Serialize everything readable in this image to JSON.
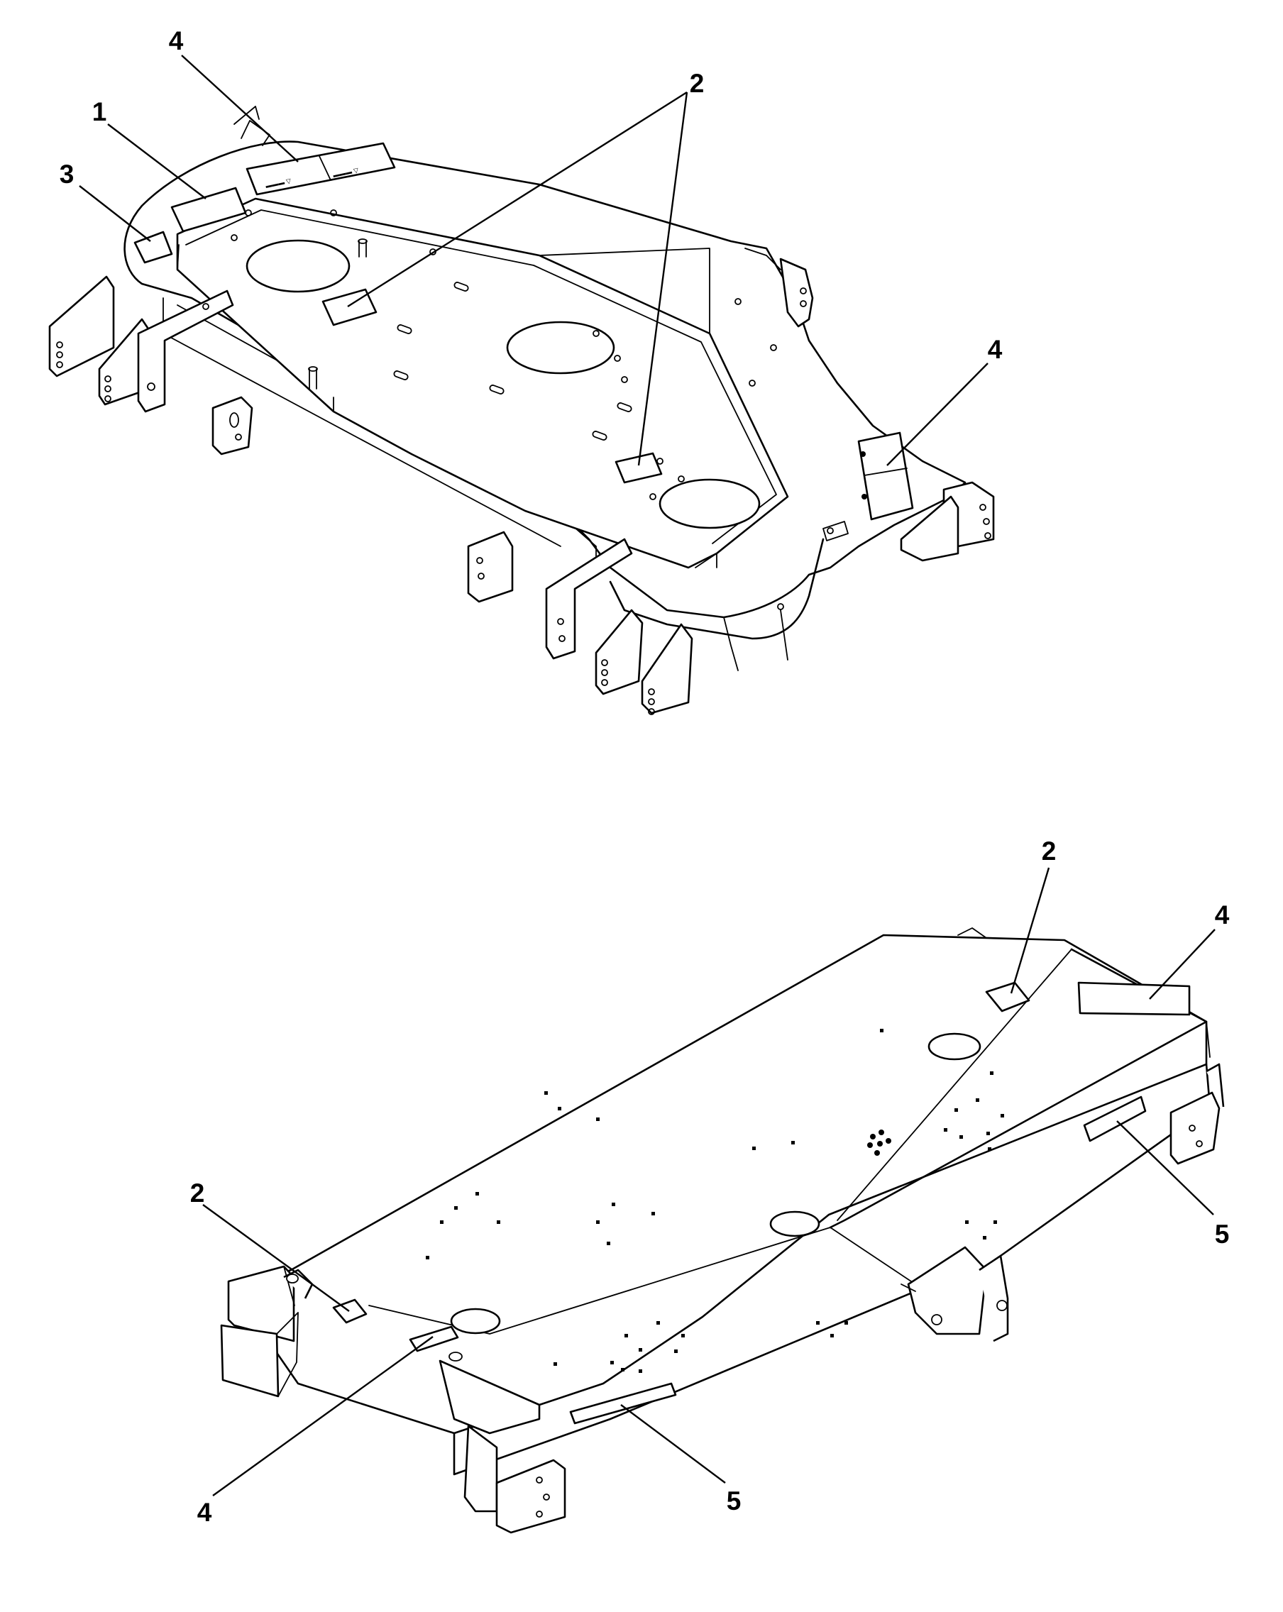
{
  "callouts": {
    "top": [
      {
        "id": "top-1",
        "label": "1"
      },
      {
        "id": "top-2",
        "label": "2"
      },
      {
        "id": "top-3",
        "label": "3"
      },
      {
        "id": "top-4a",
        "label": "4"
      },
      {
        "id": "top-4b",
        "label": "4"
      }
    ],
    "bottom": [
      {
        "id": "bot-2a",
        "label": "2"
      },
      {
        "id": "bot-2b",
        "label": "2"
      },
      {
        "id": "bot-4a",
        "label": "4"
      },
      {
        "id": "bot-4b",
        "label": "4"
      },
      {
        "id": "bot-5a",
        "label": "5"
      },
      {
        "id": "bot-5b",
        "label": "5"
      }
    ]
  },
  "colors": {
    "line": "#000000",
    "background": "#ffffff"
  }
}
